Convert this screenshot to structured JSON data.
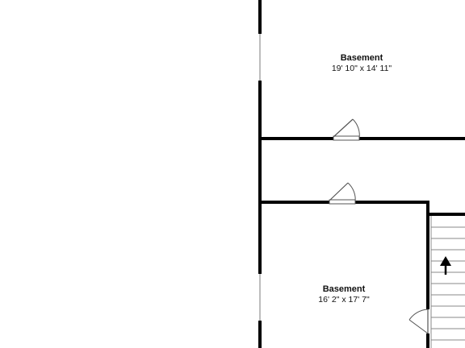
{
  "rooms": [
    {
      "name": "Basement",
      "dimensions": "19' 10\" x 14' 11\""
    },
    {
      "name": "Basement",
      "dimensions": "16' 2\" x 17' 7\""
    }
  ],
  "colors": {
    "wall": "#000000",
    "background": "#ffffff",
    "window": "#bdbdbd"
  },
  "icons": [
    "door-swing-icon",
    "stairs-icon",
    "arrow-up-icon"
  ]
}
